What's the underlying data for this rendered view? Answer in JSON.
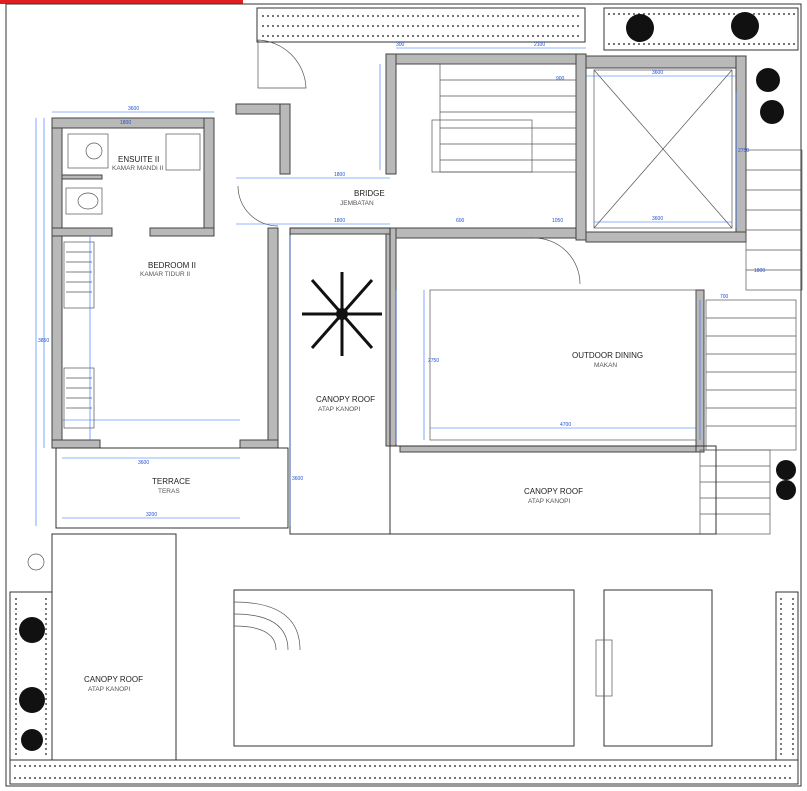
{
  "rooms": {
    "ensuite": {
      "name": "ENSUITE II",
      "sub": "KAMAR MANDI II"
    },
    "bridge": {
      "name": "BRIDGE",
      "sub": "JEMBATAN"
    },
    "bedroom": {
      "name": "BEDROOM II",
      "sub": "KAMAR TIDUR II"
    },
    "canopy_center": {
      "name": "CANOPY ROOF",
      "sub": "ATAP KANOPI"
    },
    "outdoor_dining": {
      "name": "OUTDOOR DINING",
      "sub": "MAKAN"
    },
    "terrace": {
      "name": "TERRACE",
      "sub": "TERAS"
    },
    "canopy_right": {
      "name": "CANOPY ROOF",
      "sub": "ATAP KANOPI"
    },
    "canopy_left": {
      "name": "CANOPY ROOF",
      "sub": "ATAP KANOPI"
    }
  },
  "dimensions": {
    "bed_width": "3600",
    "ensuite_w": "1800",
    "bridge_top": "1800",
    "bridge_bottom": "1800",
    "stair_top": "2100",
    "void_w": "3600",
    "void_h": "2750",
    "void_bottom": "3600",
    "dining_w": "4700",
    "dining_h": "2750",
    "terrace_w": "3600",
    "terrace_bottom": "3200",
    "bed_h": "3850",
    "canopy_h": "3600",
    "right_w": "1800",
    "stair_right": "700",
    "small_a": "300",
    "small_b": "900",
    "small_c": "600",
    "small_d": "1050"
  },
  "colors": {
    "wall": "#b9b9b9",
    "dimension": "#2f6bff",
    "accent_bar": "#e02020"
  }
}
